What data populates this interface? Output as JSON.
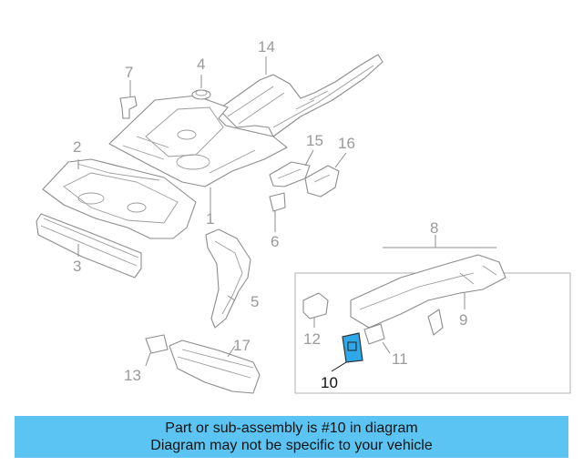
{
  "callouts": [
    "1",
    "2",
    "3",
    "4",
    "5",
    "6",
    "7",
    "8",
    "9",
    "10",
    "11",
    "12",
    "13",
    "14",
    "15",
    "16",
    "17"
  ],
  "highlighted_part": "10",
  "colors": {
    "highlight": "#2ea8e8",
    "banner": "#5bc4f3",
    "callout": "#9a9a9a"
  },
  "banner": {
    "line1": "Part or sub-assembly is #10 in diagram",
    "line2": "Diagram may not be specific to your vehicle"
  }
}
